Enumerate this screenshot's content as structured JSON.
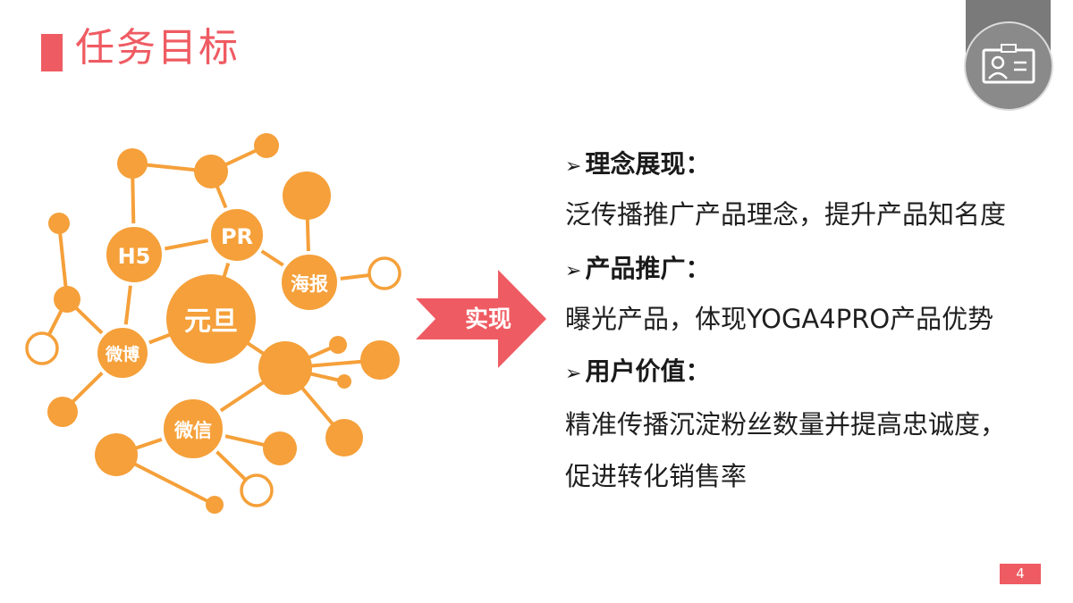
{
  "slide": {
    "title": "任务目标",
    "page_number": "4"
  },
  "diagram": {
    "nodes": {
      "center": "元旦",
      "h5": "H5",
      "pr": "PR",
      "poster": "海报",
      "weibo": "微博",
      "weixin": "微信"
    },
    "arrow_label": "实现"
  },
  "content": {
    "sections": [
      {
        "heading": "理念展现：",
        "text": [
          "泛传播推广产品理念，提升产品知名度"
        ]
      },
      {
        "heading": "产品推广：",
        "text": [
          "曝光产品，体现YOGA4PRO产品优势"
        ]
      },
      {
        "heading": "用户价值：",
        "text": [
          "精准传播沉淀粉丝数量并提高忠诚度，",
          "促进转化销售率"
        ]
      }
    ],
    "bullet_glyph": "➢"
  },
  "colors": {
    "accent": "#ef5b62",
    "node": "#f5a03a",
    "badge": "#8a8a8a"
  },
  "icons": {
    "corner": "id-card-icon",
    "arrow": "right-arrow-icon"
  }
}
